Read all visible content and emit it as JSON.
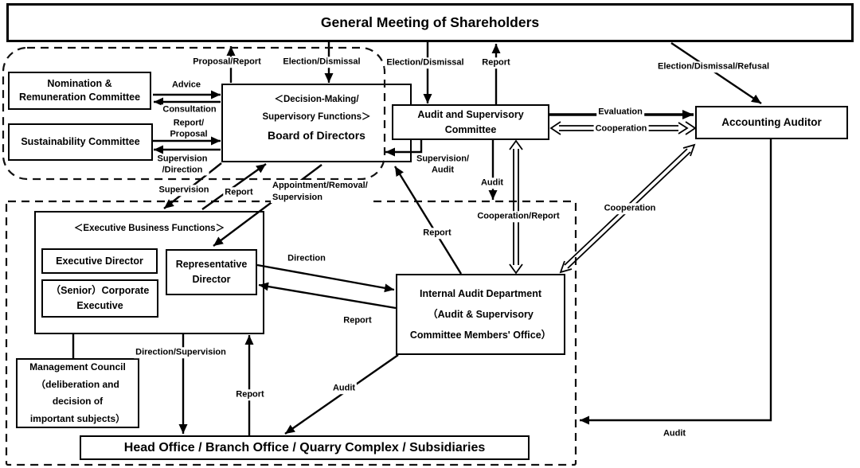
{
  "title": "General Meeting of Shareholders",
  "colors": {
    "line": "#000000",
    "background": "#ffffff",
    "text": "#000000"
  },
  "nodes": {
    "gms": "General Meeting of Shareholders",
    "nomination": [
      "Nomination &",
      "Remuneration Committee"
    ],
    "sustainability": "Sustainability Committee",
    "board": [
      "＜Decision-Making/",
      "Supervisory Functions＞",
      "Board of Directors"
    ],
    "audit_committee": [
      "Audit and Supervisory",
      "Committee"
    ],
    "accounting_auditor": "Accounting Auditor",
    "exec_functions": "＜Executive Business Functions＞",
    "executive_director": "Executive Director",
    "senior_corporate_executive": [
      "（Senior）Corporate",
      "Executive"
    ],
    "representative_director": [
      "Representative",
      "Director"
    ],
    "management_council": [
      "Management Council",
      "（deliberation and",
      "decision of",
      "important subjects）"
    ],
    "head_office": "Head Office / Branch Office / Quarry Complex / Subsidiaries",
    "internal_audit": [
      "Internal Audit Department",
      "（Audit & Supervisory",
      "Committee Members' Office）"
    ]
  },
  "edge_labels": {
    "proposal_report": "Proposal/Report",
    "election_dismissal_board": "Election/Dismissal",
    "election_dismissal_committee": "Election/Dismissal",
    "report_to_gms": "Report",
    "election_dismissal_refusal": "Election/Dismissal/Refusal",
    "advice": "Advice",
    "consultation": "Consultation",
    "report_proposal": "Report/\nProposal",
    "supervision_direction": "Supervision\n/Direction",
    "supervision_exec": "Supervision",
    "report_exec_to_board": "Report",
    "appointment_removal_supervision": "Appointment/Removal/\nSupervision",
    "supervision_audit": "Supervision/\nAudit",
    "audit_committee_down": "Audit",
    "cooperation_report": "Cooperation/Report",
    "evaluation": "Evaluation",
    "cooperation_auditor": "Cooperation",
    "cooperation_iad": "Cooperation",
    "direction": "Direction",
    "report_iad_to_repdir": "Report",
    "report_iad_to_board": "Report",
    "direction_supervision": "Direction/Supervision",
    "report_headoffice": "Report",
    "audit_iad": "Audit",
    "audit_auditor": "Audit"
  }
}
